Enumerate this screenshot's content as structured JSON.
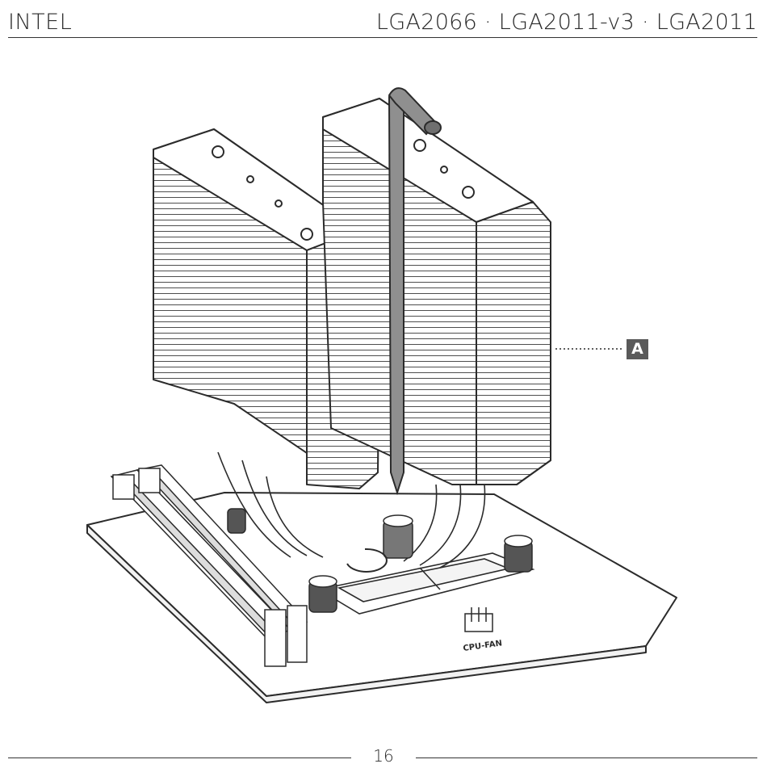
{
  "header": {
    "brand": "INTEL",
    "sockets": "LGA2066 · LGA2011-v3 · LGA2011"
  },
  "callout": {
    "label": "A"
  },
  "connector": {
    "label": "CPU-FAN"
  },
  "footer": {
    "page_number": "16"
  },
  "colors": {
    "line": "#2b2b2b",
    "tool": "#8f8f8f",
    "callout_bg": "#5a5a5a"
  }
}
